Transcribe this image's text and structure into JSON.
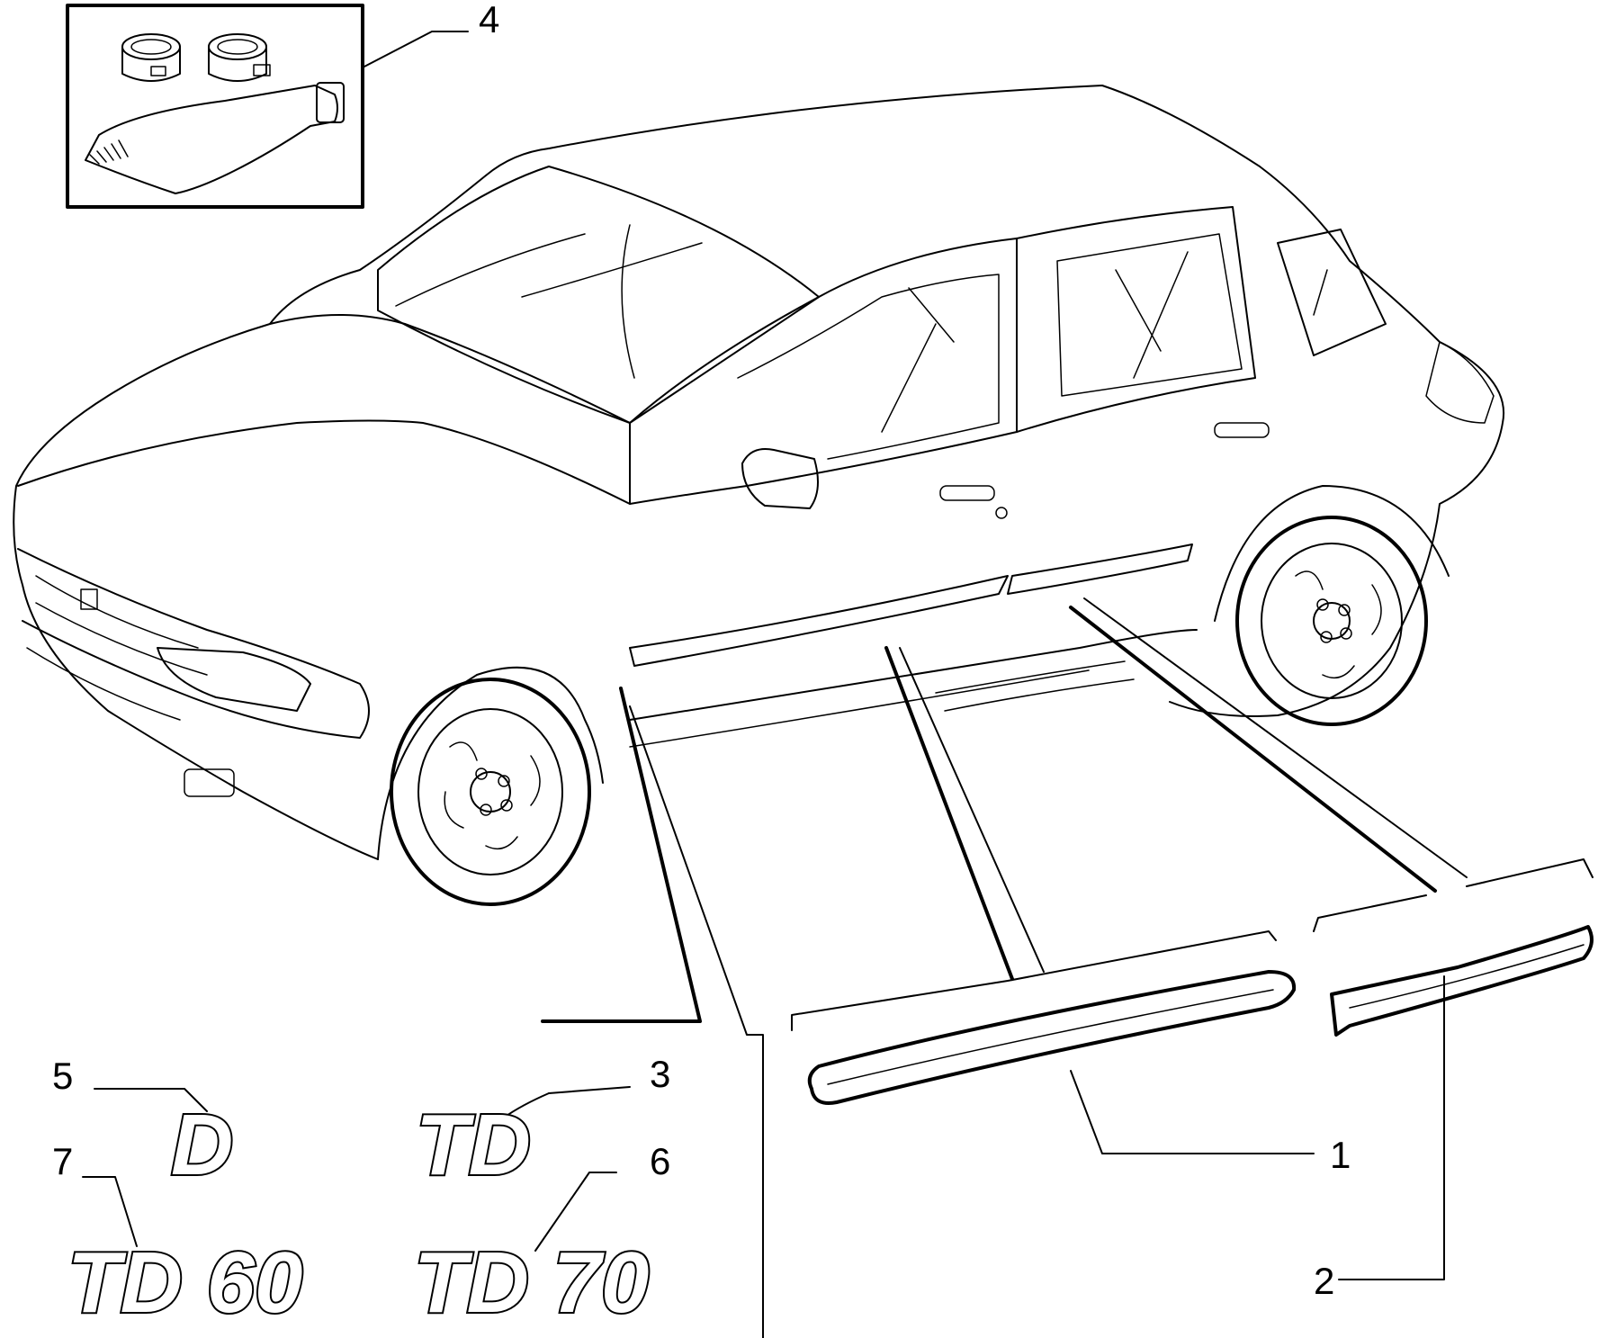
{
  "callouts": [
    {
      "id": "1",
      "label": "1"
    },
    {
      "id": "2",
      "label": "2"
    },
    {
      "id": "3",
      "label": "3"
    },
    {
      "id": "4",
      "label": "4"
    },
    {
      "id": "5",
      "label": "5"
    },
    {
      "id": "6",
      "label": "6"
    },
    {
      "id": "7",
      "label": "7"
    }
  ],
  "badges": {
    "d": "D",
    "td": "TD",
    "td60": "TD 60",
    "td70": "TD 70"
  }
}
